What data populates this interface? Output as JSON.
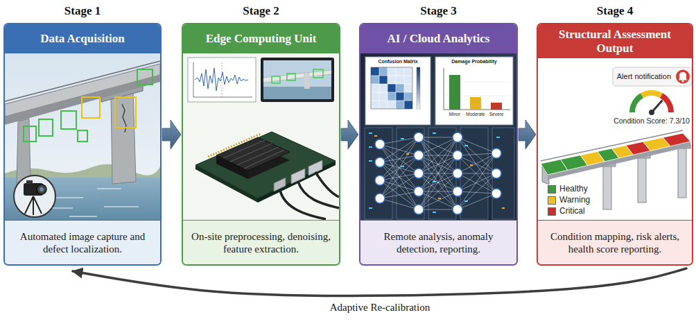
{
  "diagram": {
    "nodes": [
      {
        "text": [
          "Stage 1",
          "Data Acquisition",
          "Automated image capture and defect localization."
        ]
      },
      {
        "text": [
          "Stage 2",
          "Edge Computing Unit",
          "On-site preprocessing, denoising, feature extraction."
        ]
      },
      {
        "text": [
          "Stage 3",
          "AI / Cloud Analytics",
          "Remote analysis, anomaly detection, reporting."
        ]
      },
      {
        "text": [
          "Stage 4",
          "Structural Assessment Output",
          "Condition mapping, risk alerts, health score reporting."
        ]
      }
    ],
    "edges": [
      {
        "from": 0,
        "to": 1,
        "arrow": "to"
      },
      {
        "from": 1,
        "to": 2,
        "arrow": "to"
      },
      {
        "from": 2,
        "to": 3,
        "arrow": "to"
      },
      {
        "from": 3,
        "to": 0,
        "label": "Adaptive Re-calibration",
        "arrow": "to"
      }
    ],
    "labels": [
      "Confusion Matrix",
      "Damage Probability",
      "Minor",
      "Moderate",
      "Severe",
      "Alert notification",
      "Condition Score: 7.3/10"
    ],
    "legend": [
      {
        "text": "Healthy",
        "color": "#3c9a3c"
      },
      {
        "text": "Warning",
        "color": "#f0c020"
      },
      {
        "text": "Critical",
        "color": "#cc2e2e"
      }
    ]
  }
}
